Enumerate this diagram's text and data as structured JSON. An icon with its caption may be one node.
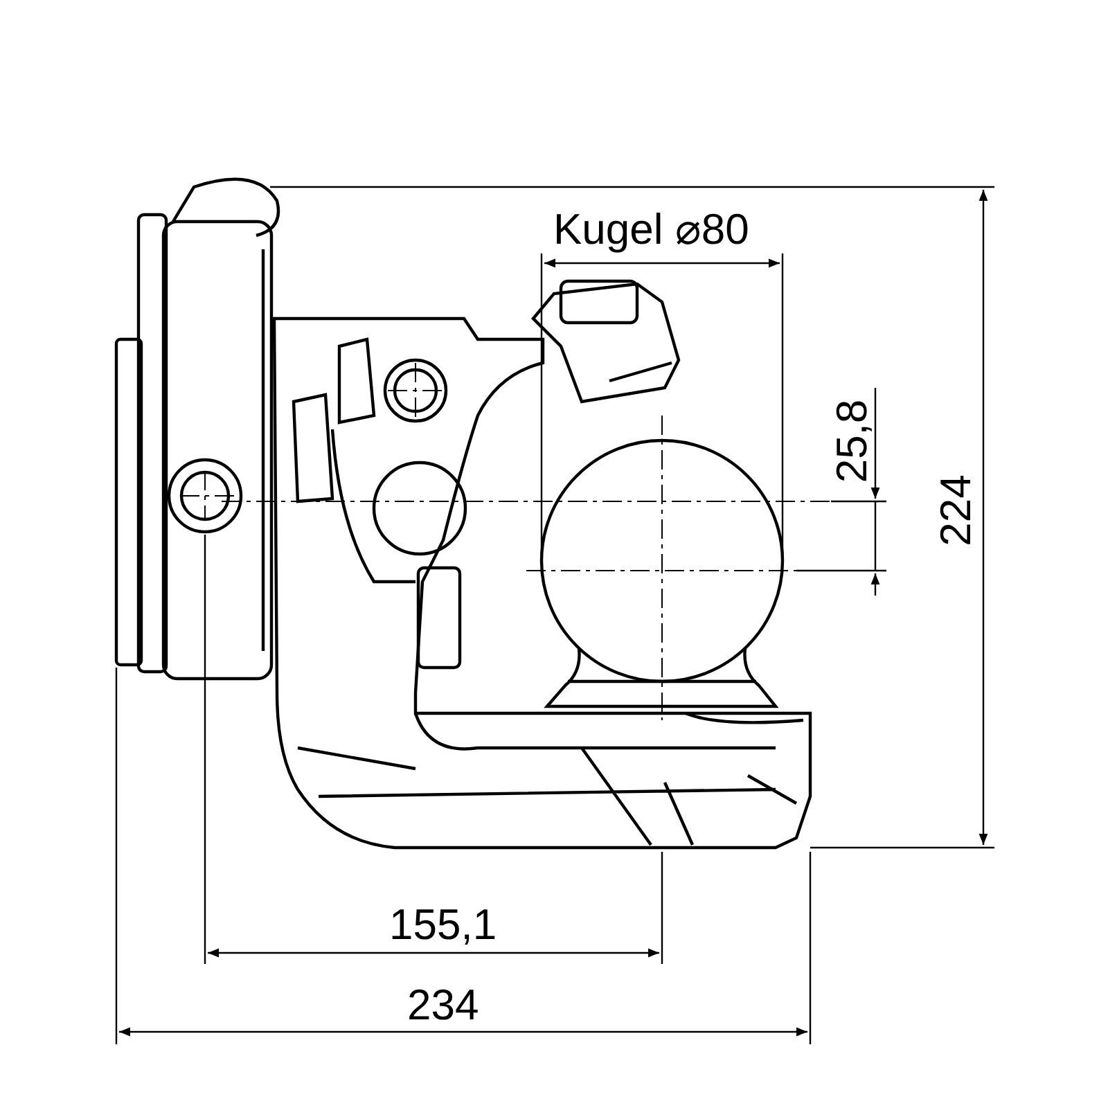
{
  "diagram": {
    "labels": [
      "Kugel ⌀80",
      "25,8",
      "224",
      "155,1",
      "234"
    ]
  }
}
